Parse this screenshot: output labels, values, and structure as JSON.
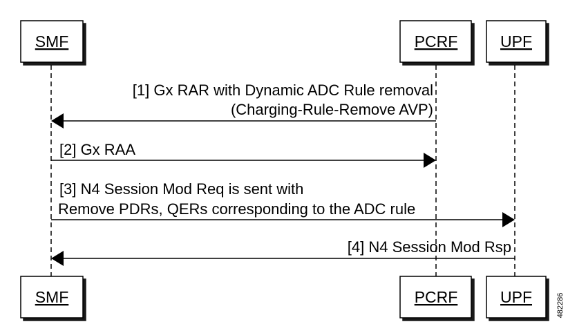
{
  "participants": {
    "smf": "SMF",
    "pcrf": "PCRF",
    "upf": "UPF"
  },
  "messages": [
    {
      "step": "[1] Gx RAR with Dynamic ADC Rule removal",
      "line2": "(Charging-Rule-Remove AVP)"
    },
    {
      "step": "[2] Gx RAA"
    },
    {
      "step": "[3] N4 Session Mod Req is sent with",
      "line2": "Remove PDRs, QERs corresponding to the ADC rule"
    },
    {
      "step": "[4] N4 Session Mod Rsp"
    }
  ],
  "figure_id": "482286"
}
